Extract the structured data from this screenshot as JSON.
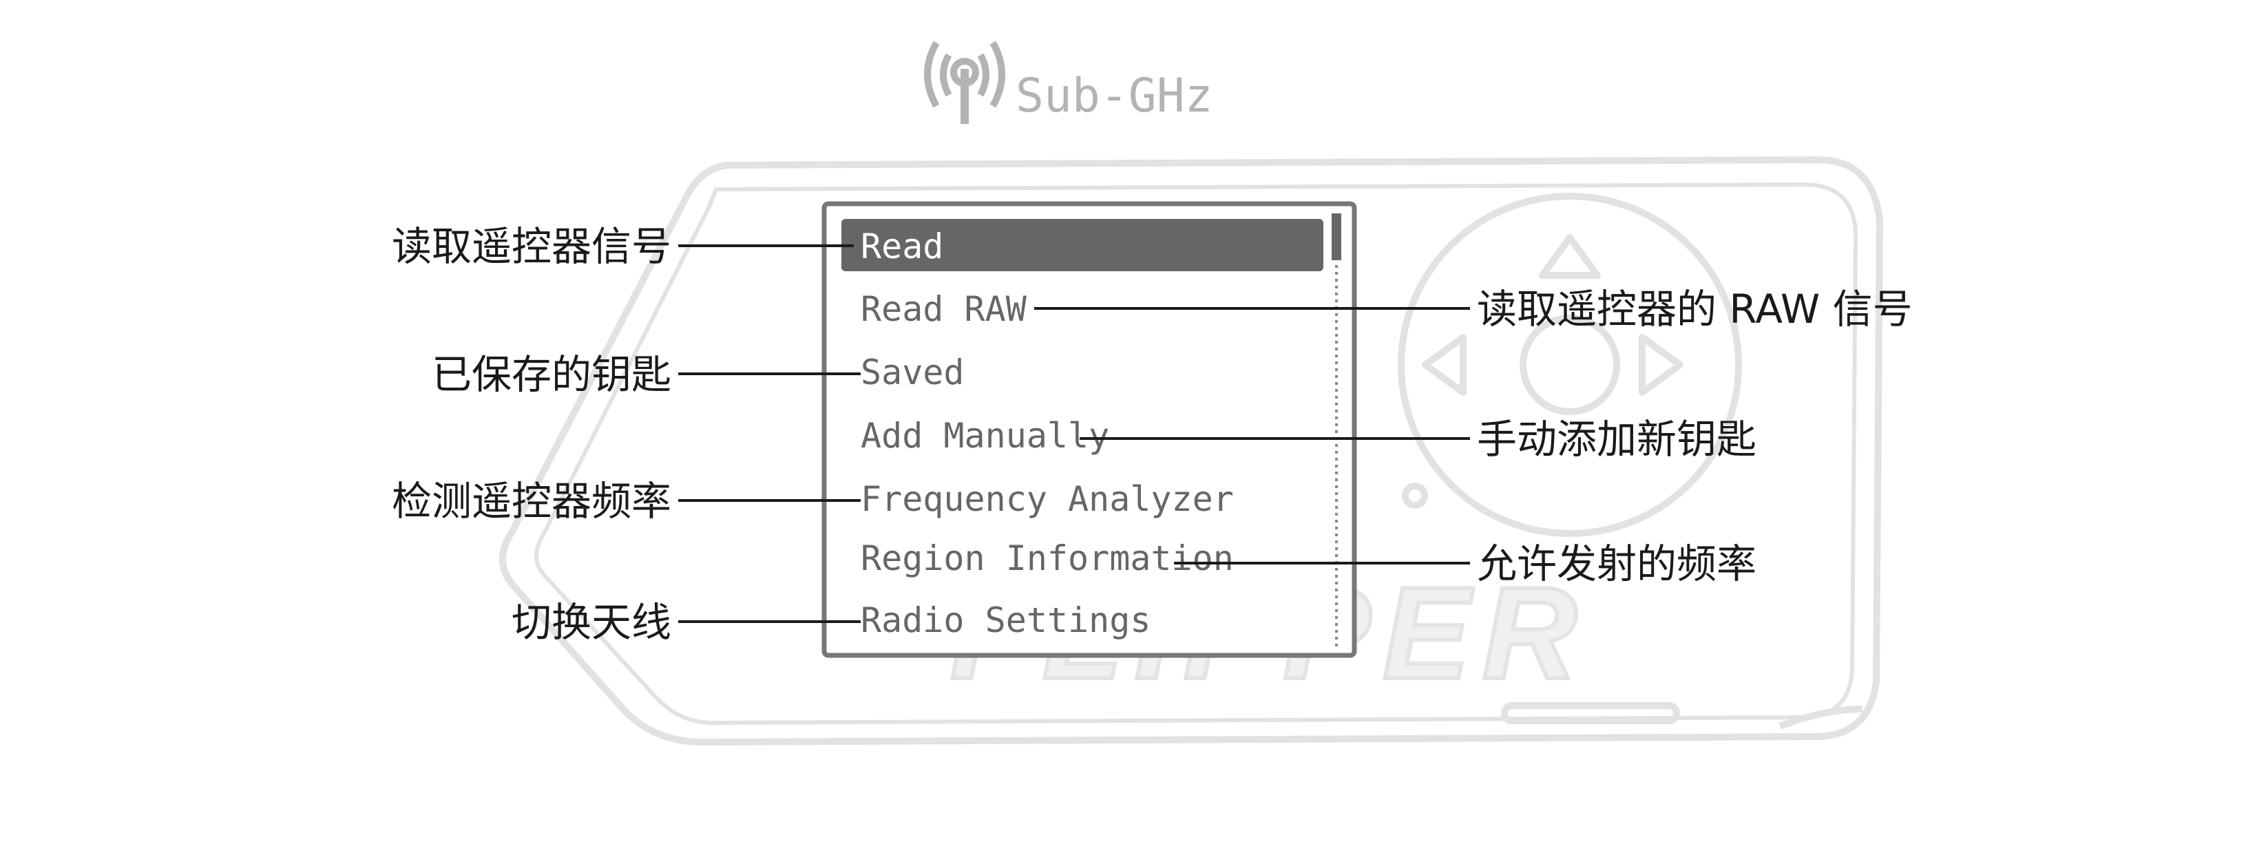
{
  "header": {
    "title": "Sub-GHz",
    "icon": "antenna-icon"
  },
  "device": {
    "watermark": "FLIPPER",
    "outline_color": "#e0e0e0"
  },
  "screen": {
    "accent": "#666666",
    "text_color": "#666666",
    "highlight_text": "#ffffff",
    "items": [
      {
        "label": "Read",
        "selected": true
      },
      {
        "label": "Read RAW",
        "selected": false
      },
      {
        "label": "Saved",
        "selected": false
      },
      {
        "label": "Add Manually",
        "selected": false
      },
      {
        "label": "Frequency Analyzer",
        "selected": false
      },
      {
        "label": "Region Information",
        "selected": false
      },
      {
        "label": "Radio Settings",
        "selected": false
      }
    ]
  },
  "annotations": {
    "left": [
      {
        "text": "读取遥控器信号",
        "item": 0
      },
      {
        "text": "已保存的钥匙",
        "item": 2
      },
      {
        "text": "检测遥控器频率",
        "item": 4
      },
      {
        "text": "切换天线",
        "item": 6
      }
    ],
    "right": [
      {
        "text": "读取遥控器的 RAW 信号",
        "item": 1
      },
      {
        "text": "手动添加新钥匙",
        "item": 3
      },
      {
        "text": "允许发射的频率",
        "item": 5
      }
    ]
  }
}
